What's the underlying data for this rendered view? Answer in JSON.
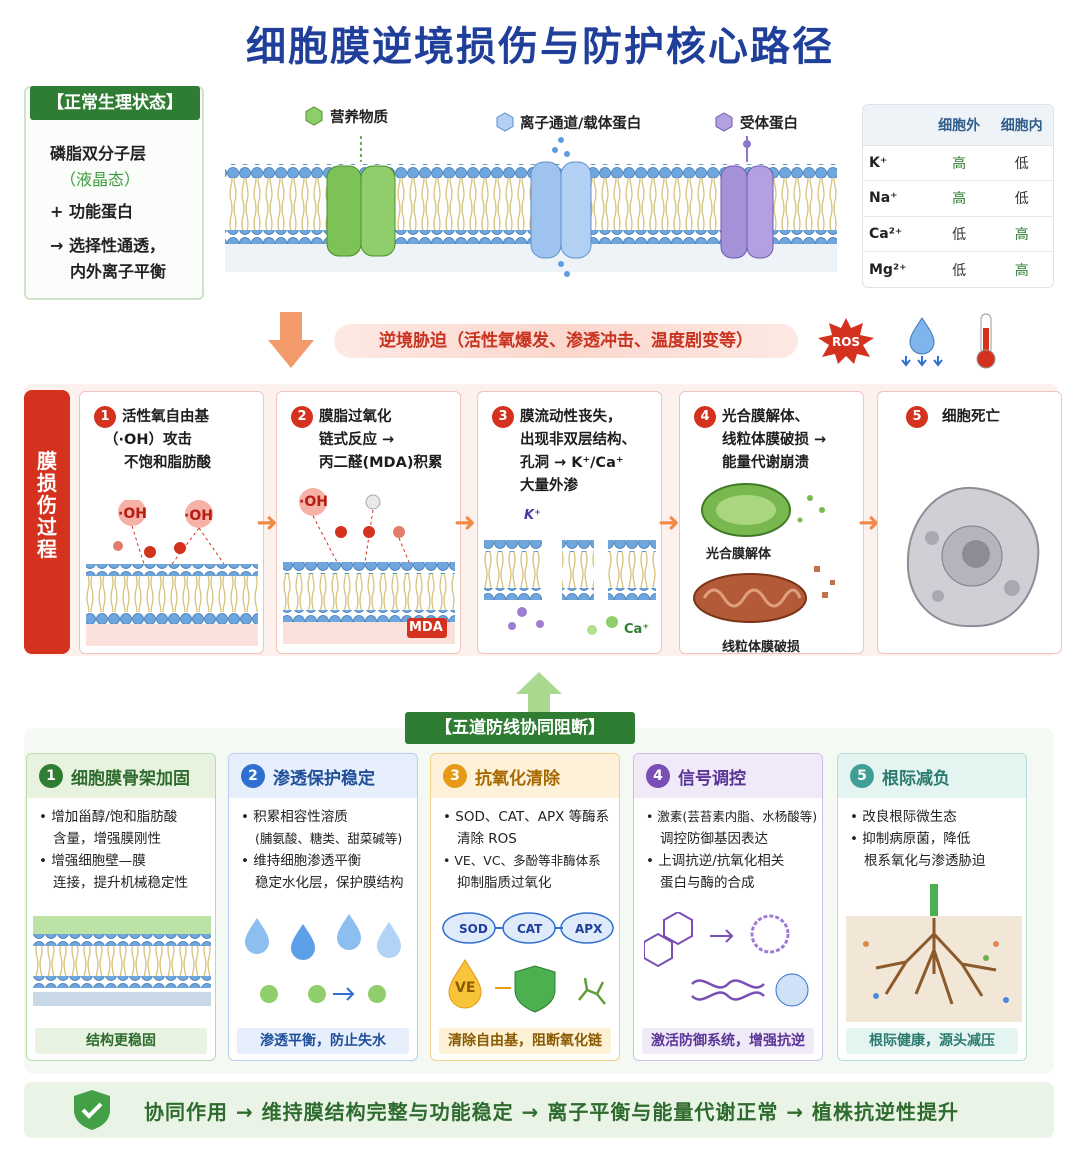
{
  "title": "细胞膜逆境损伤与防护核心路径",
  "normal": {
    "tag": "【正常生理状态】",
    "line1": "磷脂双分子层",
    "line2": "（液晶态）",
    "line3": "+ 功能蛋白",
    "line4": "→ 选择性通透，",
    "line5": "内外离子平衡"
  },
  "membrane": {
    "legend1": "营养物质",
    "legend2": "离子通道/载体蛋白",
    "legend3": "受体蛋白"
  },
  "ion_table": {
    "col_out": "细胞外",
    "col_in": "细胞内",
    "rows": [
      {
        "ion": "K⁺",
        "out": "高",
        "in": "低"
      },
      {
        "ion": "Na⁺",
        "out": "高",
        "in": "低"
      },
      {
        "ion": "Ca²⁺",
        "out": "低",
        "in": "高"
      },
      {
        "ion": "Mg²⁺",
        "out": "低",
        "in": "高"
      }
    ]
  },
  "stress": {
    "banner": "逆境胁迫（活性氧爆发、渗透冲击、温度剧变等）",
    "ros": "ROS"
  },
  "damage": {
    "side_label": "膜损伤过程",
    "steps": [
      {
        "num": "1",
        "lines": [
          "活性氧自由基",
          "（·OH）攻击",
          "不饱和脂肪酸"
        ],
        "tags": [
          "·OH",
          "·OH"
        ]
      },
      {
        "num": "2",
        "lines": [
          "膜脂过氧化",
          "链式反应 →",
          "丙二醛(MDA)积累"
        ],
        "tags": [
          "·OH",
          "MDA"
        ]
      },
      {
        "num": "3",
        "lines": [
          "膜流动性丧失，",
          "出现非双层结构、",
          "孔洞 → K⁺/Ca⁺",
          "大量外渗"
        ],
        "tags": [
          "K⁺",
          "Ca⁺"
        ]
      },
      {
        "num": "4",
        "lines": [
          "光合膜解体、",
          "线粒体膜破损 →",
          "能量代谢崩溃"
        ],
        "tags": [
          "光合膜解体",
          "线粒体膜破损"
        ]
      },
      {
        "num": "5",
        "lines": [
          "细胞死亡"
        ],
        "tags": []
      }
    ]
  },
  "defense": {
    "title": "【五道防线协同阻断】",
    "cards": [
      {
        "num": "1",
        "title": "细胞膜骨架加固",
        "bullets": [
          "• 增加甾醇/饱和脂肪酸",
          "  含量，增强膜刚性",
          "• 增强细胞壁—膜",
          "  连接，提升机械稳定性"
        ],
        "footer": "结构更稳固"
      },
      {
        "num": "2",
        "title": "渗透保护稳定",
        "bullets": [
          "• 积累相容性溶质",
          "  (脯氨酸、糖类、甜菜碱等)",
          "• 维持细胞渗透平衡",
          "  稳定水化层，保护膜结构"
        ],
        "footer": "渗透平衡，防止失水"
      },
      {
        "num": "3",
        "title": "抗氧化清除",
        "bullets": [
          "• SOD、CAT、APX 等酶系",
          "  清除 ROS",
          "• VE、VC、多酚等非酶体系",
          "  抑制脂质过氧化"
        ],
        "footer": "清除自由基，阻断氧化链",
        "enzymes": [
          "SOD",
          "CAT",
          "APX"
        ],
        "ve": "VE"
      },
      {
        "num": "4",
        "title": "信号调控",
        "bullets": [
          "• 激素(芸苔素内脂、水杨酸等)",
          "  调控防御基因表达",
          "• 上调抗逆/抗氧化相关",
          "  蛋白与酶的合成"
        ],
        "footer": "激活防御系统，增强抗逆"
      },
      {
        "num": "5",
        "title": "根际减负",
        "bullets": [
          "• 改良根际微生态",
          "• 抑制病原菌，降低",
          "  根系氧化与渗透胁迫"
        ],
        "footer": "根际健康，源头减压"
      }
    ]
  },
  "synergy": "协同作用 → 维持膜结构完整与功能稳定 → 离子平衡与能量代谢正常 → 植株抗逆性提升",
  "colors": {
    "title": "#1f3f9a",
    "damage": "#d4321f",
    "green": "#2e7d32",
    "blue": "#2f6fd0",
    "amber": "#e79a17",
    "purple": "#7a4fb5",
    "teal": "#3f9f94"
  }
}
